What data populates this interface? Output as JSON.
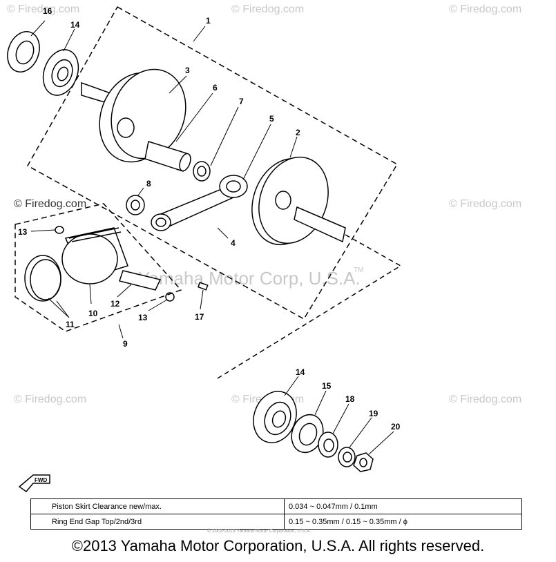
{
  "watermarks": {
    "firedog": "© Firedog.com",
    "firedog_dark": "© Firedog.com",
    "yamaha": "Yamaha Motor Corp, U.S.A.",
    "tm": "TM"
  },
  "callouts": {
    "n1": "1",
    "n2": "2",
    "n3": "3",
    "n4": "4",
    "n5": "5",
    "n6": "6",
    "n7": "7",
    "n8": "8",
    "n9": "9",
    "n10": "10",
    "n11": "11",
    "n12": "12",
    "n13a": "13",
    "n13b": "13",
    "n14a": "14",
    "n14b": "14",
    "n15": "15",
    "n16": "16",
    "n17": "17",
    "n18": "18",
    "n19": "19",
    "n20": "20"
  },
  "fwd_label": "FWD",
  "specs": [
    {
      "label": "Piston Skirt Clearance new/max.",
      "value": "0.034 ~ 0.047mm / 0.1mm"
    },
    {
      "label": "Ring End Gap Top/2nd/3rd",
      "value": "0.15 ~ 0.35mm / 0.15 ~ 0.35mm / ϕ"
    }
  ],
  "tiny_note": "© 2003-2013 Yamaha Motor Corporation, U.S.A.",
  "copyright": "©2013 Yamaha Motor Corporation, U.S.A. All rights reserved."
}
